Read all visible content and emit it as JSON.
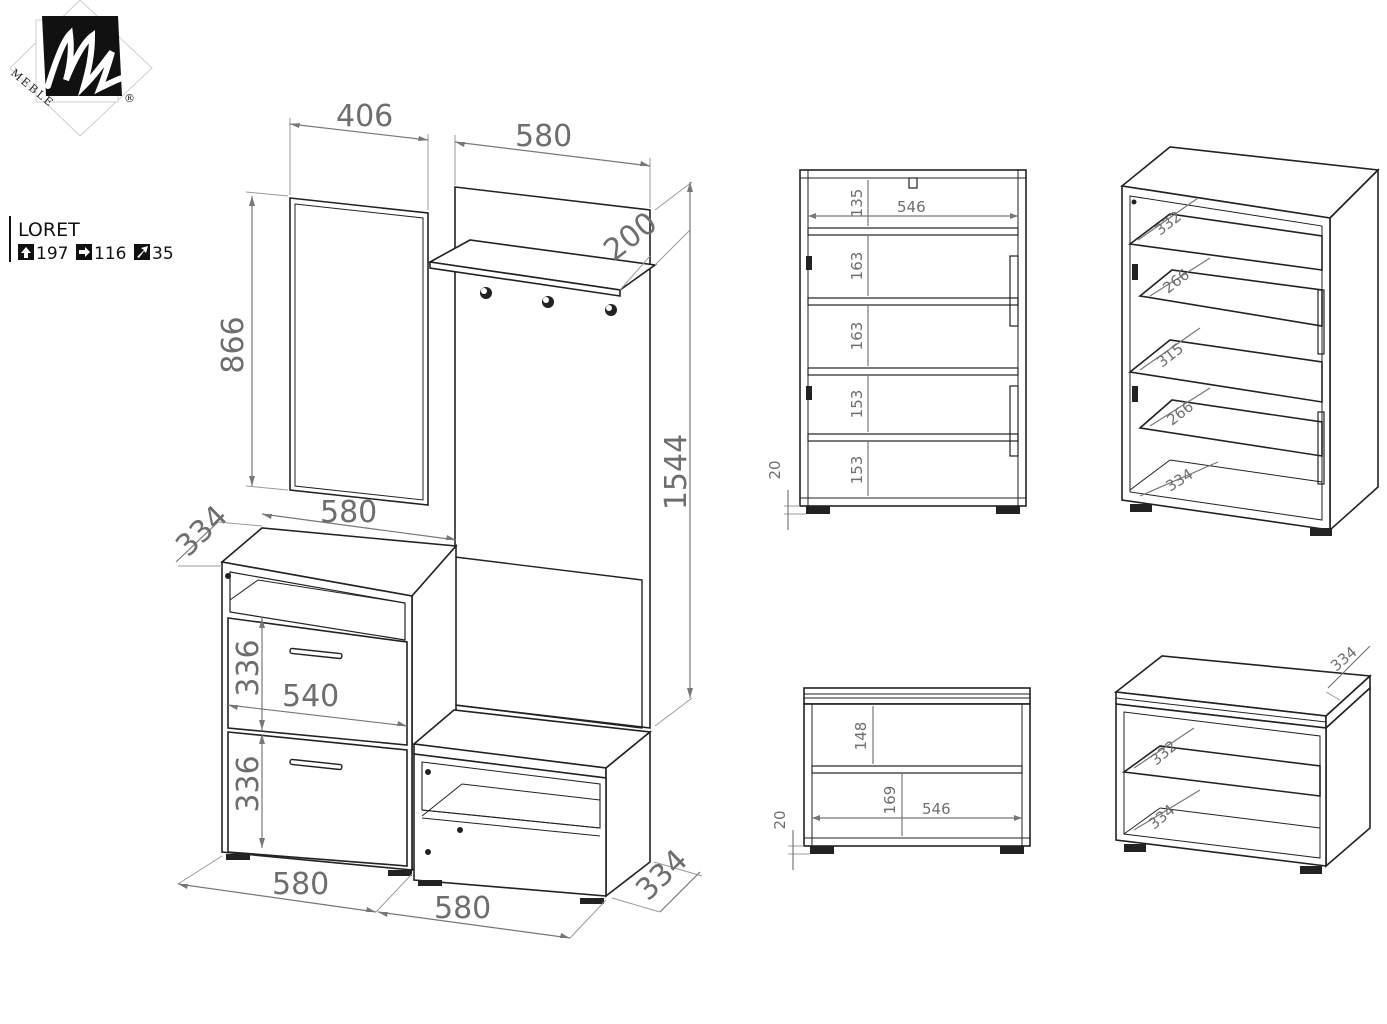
{
  "brand": {
    "name": "MEBLE",
    "monogram": "ML"
  },
  "product": {
    "name": "LORET",
    "height": "197",
    "width": "116",
    "depth": "35"
  },
  "dimensions": {
    "mirror_width": "406",
    "mirror_height": "866",
    "panel_width": "580",
    "shelf_depth": "200",
    "total_height": "1544",
    "cabinet_depth": "334",
    "cabinet_top_width": "580",
    "drawer_height_1": "336",
    "drawer_inner_width": "540",
    "drawer_height_2": "336",
    "cabinet_bottom_width": "580",
    "bench_bottom_width": "580",
    "bench_depth": "334",
    "sf_top": "135",
    "sf_width": "546",
    "sf_s1": "163",
    "sf_s2": "163",
    "sf_s3": "153",
    "sf_s4": "153",
    "sf_foot": "20",
    "sp_d1": "332",
    "sp_d2": "266",
    "sp_d3": "315",
    "sp_d4": "266",
    "sp_d5": "334",
    "bf_top": "148",
    "bf_bottom": "169",
    "bf_width": "546",
    "bf_foot": "20",
    "bp_depth": "334",
    "bp_d1": "332",
    "bp_d2": "334"
  }
}
